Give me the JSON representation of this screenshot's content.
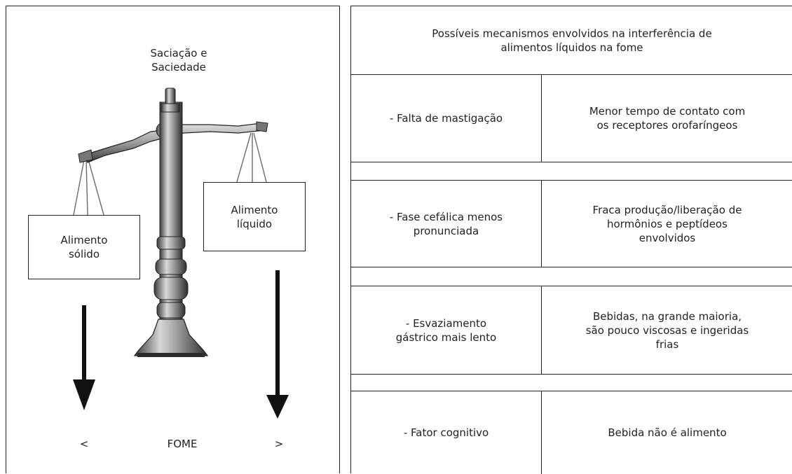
{
  "balance": {
    "top_label": "Saciação e\nSaciedade",
    "left_pan_label": "Alimento\nsólido",
    "right_pan_label": "Alimento\nlíquido",
    "bottom_label": "FOME",
    "less_than": "<",
    "greater_than": ">"
  },
  "table": {
    "header": "Possíveis mecanismos envolvidos na interferência de\nalimentos líquidos na fome",
    "rows": [
      {
        "mechanism": "- Falta de mastigação",
        "explanation": "Menor tempo de contato com\nos receptores orofaríngeos"
      },
      {
        "mechanism": "- Fase cefálica menos\npronunciada",
        "explanation": "Fraca produção/liberação de\nhormônios e peptídeos\nenvolvidos"
      },
      {
        "mechanism": "- Esvaziamento\ngástrico mais lento",
        "explanation": "Bebidas, na grande maioria,\nsão pouco viscosas e ingeridas\nfrias"
      },
      {
        "mechanism": "- Fator cognitivo",
        "explanation": "Bebida não é alimento"
      }
    ]
  }
}
